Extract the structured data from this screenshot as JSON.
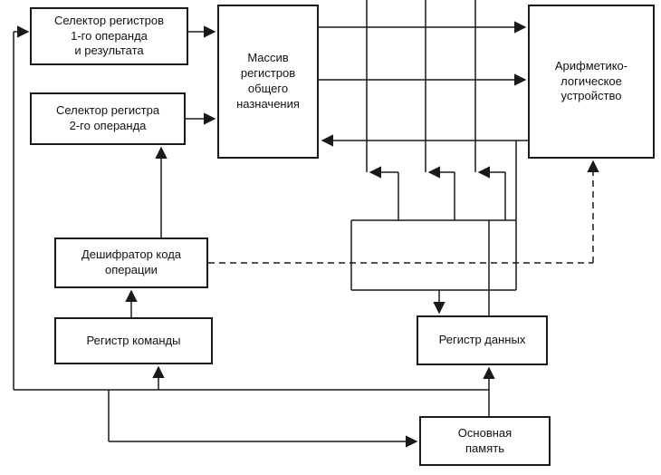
{
  "diagram": {
    "background_color": "#ffffff",
    "line_color": "#1a1a1a",
    "blocks": {
      "selector1": {
        "label": "Селектор регистров\n1-го операнда\nи результата"
      },
      "selector2": {
        "label": "Селектор регистра\n2-го операнда"
      },
      "register_file": {
        "label": "Массив\nрегистров\nобщего\nназначения"
      },
      "alu": {
        "label": "Арифметико-\nлогическое\nустройство"
      },
      "decoder": {
        "label": "Дешифратор кода\nоперации"
      },
      "instruction_register": {
        "label": "Регистр команды"
      },
      "data_register": {
        "label": "Регистр данных"
      },
      "main_memory": {
        "label": "Основная\nпамять"
      }
    }
  }
}
